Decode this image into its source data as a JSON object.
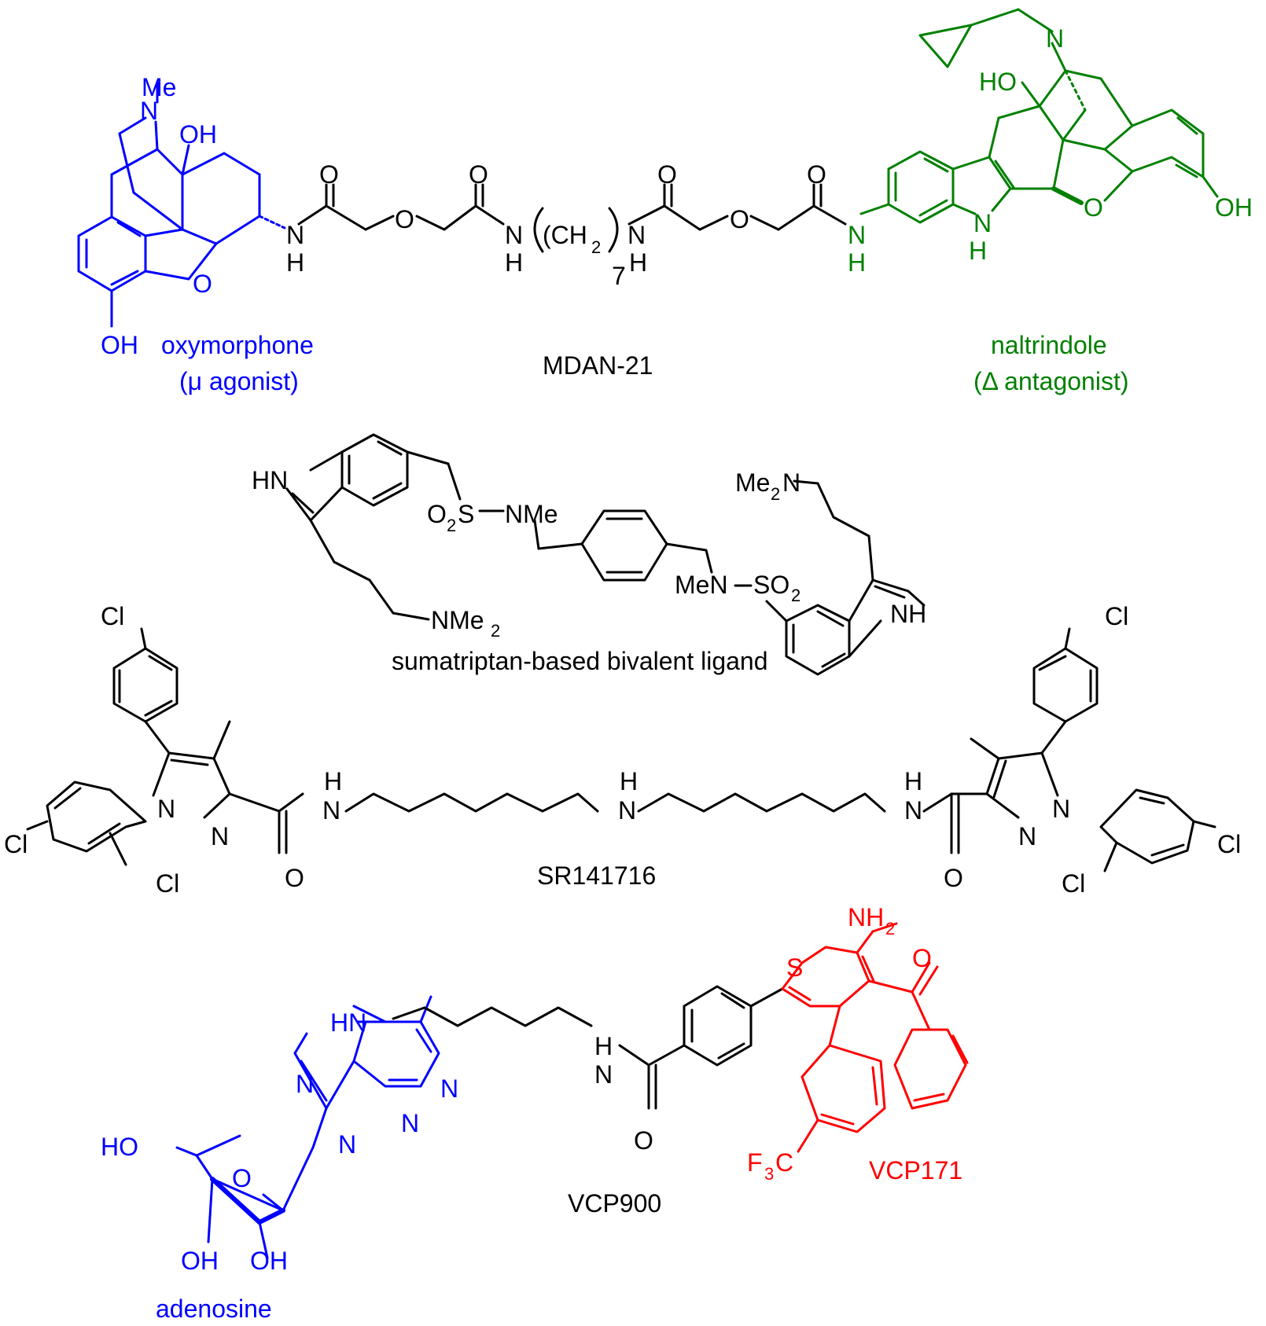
{
  "colors": {
    "black": "#000000",
    "blue": "#0000ff",
    "green": "#008000",
    "red": "#ff0000"
  },
  "labels": {
    "oxymorphone": "oxymorphone",
    "mu_agonist": "(μ agonist)",
    "mdan21": "MDAN-21",
    "naltrindole": "naltrindole",
    "delta_antagonist": "(Δ antagonist)",
    "sumatriptan": "sumatriptan-based bivalent ligand",
    "sr141716": "SR141716",
    "vcp900": "VCP900",
    "vcp171": "VCP171",
    "adenosine": "adenosine"
  },
  "atoms": {
    "me": "Me",
    "n": "N",
    "oh": "OH",
    "ho": "HO",
    "o": "O",
    "h": "H",
    "nh": "NH",
    "hn": "HN",
    "ch2": "(CH",
    "sub2": "2",
    "close": ")",
    "sub7": "7",
    "me2n": "Me",
    "nme2": "NMe",
    "nme": "NMe",
    "men": "MeN",
    "o2s": "O",
    "s": "S",
    "so2": "SO",
    "cl": "Cl",
    "s_thio": "S",
    "nh2": "NH",
    "f3c": "F",
    "c": "C",
    "sub3": "3"
  }
}
